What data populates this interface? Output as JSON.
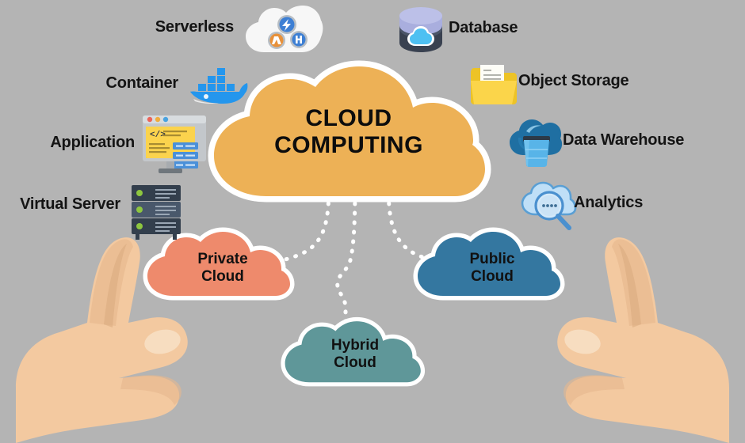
{
  "background_color": "#b4b4b4",
  "center": {
    "title": "CLOUD\nCOMPUTING",
    "fill": "#edb156",
    "outline": "#ffffff",
    "text_color": "#0d0d0d"
  },
  "left_services": [
    {
      "label": "Serverless",
      "icon": "serverless-cloud-icon"
    },
    {
      "label": "Container",
      "icon": "docker-whale-icon"
    },
    {
      "label": "Application",
      "icon": "code-window-icon"
    },
    {
      "label": "Virtual Server",
      "icon": "server-rack-icon"
    }
  ],
  "right_services": [
    {
      "label": "Database",
      "icon": "database-cylinder-icon"
    },
    {
      "label": "Object Storage",
      "icon": "folder-document-icon"
    },
    {
      "label": "Data Warehouse",
      "icon": "cloud-bucket-icon"
    },
    {
      "label": "Analytics",
      "icon": "cloud-magnifier-icon"
    }
  ],
  "deployment_clouds": [
    {
      "label": "Private\nCloud",
      "fill": "#ee8a6c",
      "name": "private-cloud"
    },
    {
      "label": "Hybrid\nCloud",
      "fill": "#5f9799",
      "name": "hybrid-cloud"
    },
    {
      "label": "Public\nCloud",
      "fill": "#3477a0",
      "name": "public-cloud"
    }
  ],
  "connectors": {
    "style": "dotted",
    "color": "#ffffff",
    "count": 3
  },
  "hands": {
    "skin": "#f3c9a0",
    "shadow": "#e0b183",
    "nail": "#f7ddc0"
  }
}
